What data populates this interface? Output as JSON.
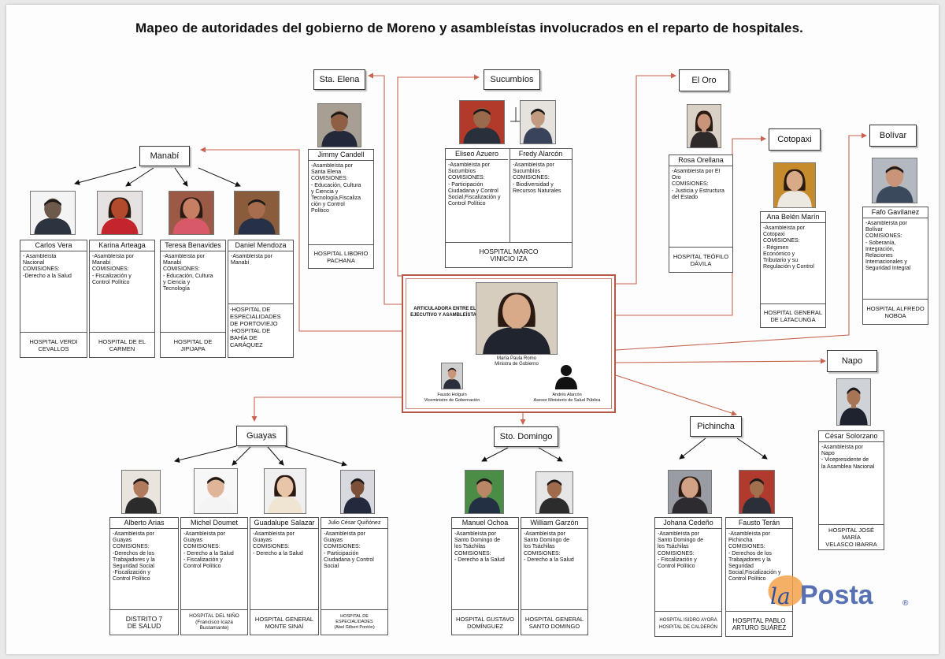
{
  "title": "Mapeo de autoridades del gobierno de Moreno y asambleístas involucrados en el reparto de hospitales.",
  "center": {
    "label": "ARTICULADORA ENTRE EL EJECUTIVO Y ASAMBLEÍSTAS",
    "main": "María Paula Romo\nMinistra de Gobierno",
    "left": "Fausto Holguín\nViceministro de Gobernación",
    "right": "Andrés Alarcón\nAsesor Ministerio de Salud Pública"
  },
  "provinces": {
    "manabi": "Manabí",
    "sta_elena": "Sta. Elena",
    "sucumbios": "Sucumbíos",
    "el_oro": "El Oro",
    "cotopaxi": "Cotopaxi",
    "bolivar": "Bolívar",
    "napo": "Napo",
    "guayas": "Guayas",
    "sto_domingo": "Sto. Domingo",
    "pichincha": "Pichincha"
  },
  "people": {
    "carlos_vera": {
      "name": "Carlos Vera",
      "desc": "- Asambleísta\nNacional\nCOMISIONES:\n-Derecho a la Salud",
      "hospital": "HOSPITAL VERDI\nCEVALLOS"
    },
    "karina_arteaga": {
      "name": "Karina Arteaga",
      "desc": "-Asambleísta por\nManabí\nCOMISIONES:\n- Fiscalización y\nControl Político",
      "hospital": "HOSPITAL DE EL\nCARMEN"
    },
    "teresa_benavides": {
      "name": "Teresa Benavides",
      "desc": "-Asambleísta por\nManabí\nCOMISIONES:\n- Educación, Cultura\ny Ciencia y\nTecnología",
      "hospital": "HOSPITAL DE\nJIPIJAPA"
    },
    "daniel_mendoza": {
      "name": "Daniel Mendoza",
      "desc": "-Asambleísta por\nManabí",
      "hospital_a": "-HOSPITAL DE\nESPECIALIDADES\nDE PORTOVIEJO",
      "hospital_b": "-HOSPITAL DE\nBAHÍA DE CARÁQUEZ"
    },
    "jimmy_candell": {
      "name": "Jimmy Candell",
      "desc": "-Asambleísta por\nSanta Elena\nCOMISIONES:\n- Educación, Cultura\ny Ciencia y\nTecnología,Fiscaliza\nción y Control\nPolítico",
      "hospital": "HOSPITAL LIBORIO\nPACHANA"
    },
    "eliseo_azuero": {
      "name": "Eliseo Azuero",
      "desc": "-Asambleísta por\nSucumbíos\nCOMISIONES:\n- Participación\nCiudadana y Control\nSocial,Fiscalización y\nControl Político"
    },
    "fredy_alarcon": {
      "name": "Fredy Alarcón",
      "desc": "-Asambleísta por\nSucumbíos\nCOMISIONES:\n- Biodiversidad y\nRecursos Naturales"
    },
    "sucumbios_hospital": "HOSPITAL MARCO\nVINICIO IZA",
    "rosa_orellana": {
      "name": "Rosa Orellana",
      "desc": "-Asambleísta por El\nOro\nCOMISIONES:\n- Justicia y Estructura\ndel Estado",
      "hospital": "HOSPITAL TEÓFILO\nDÁVILA"
    },
    "ana_belen_marin": {
      "name": "Ana Belén Marín",
      "desc": "-Asambleísta por\nCotopaxi\nCOMISIONES:\n- Régimen\nEconómico y\nTributario y su\nRegulación y Control",
      "hospital": "HOSPITAL GENERAL\nDE LATACUNGA"
    },
    "fafo_gavilanez": {
      "name": "Fafo Gavilanez",
      "desc": "-Asambleísta por\nBolívar\nCOMISIONES:\n- Soberanía,\nIntegración,\nRelaciones\nInternacionales y\nSeguridad Integral",
      "hospital": "HOSPITAL ALFREDO\nNOBOA"
    },
    "cesar_solorzano": {
      "name": "César Solorzano",
      "desc": "-Asambleísta por\nNapo\n- Vicepresidente de\nla Asamblea Nacional",
      "hospital": "HOSPITAL JOSÉ MARÍA\nVELASCO IBARRA"
    },
    "alberto_arias": {
      "name": "Alberto Arias",
      "desc": "-Asambleísta por\nGuayas\nCOMISIONES:\n-Derechos de los\nTrabajadores y la\nSeguridad Social\n-Fiscalización y\nControl Político",
      "hospital": "DISTRITO 7\nDE SALUD"
    },
    "michel_doumet": {
      "name": "Michel Doumet",
      "desc": "-Asambleísta por\nGuayas\nCOMISIONES:\n- Derecho a la Salud\n- Fiscalización y\nControl Político",
      "hospital": "HOSPITAL DEL NIÑO\n(Francisco Icaza\nBustamante)"
    },
    "guadalupe_salazar": {
      "name": "Guadalupe Salazar",
      "desc": "-Asambleísta por\nGuayas\nCOMISIONES:\n- Derecho a la Salud",
      "hospital": "HOSPITAL GENERAL\nMONTE SINAÍ"
    },
    "julio_cesar_quinonez": {
      "name": "Julio César Quiñónez",
      "desc": "-Asambleísta por\nGuayas\nCOMISIONES:\n- Participación\nCiudadana y Control\nSocial",
      "hospital": "HOSPITAL DE ESPECIALIDADES\n(Abel Gilbert Pontón)"
    },
    "manuel_ochoa": {
      "name": "Manuel Ochoa",
      "desc": "-Asambleísta por\nSanto Domingo de\nlos Tsáchilas\nCOMISIONES:\n- Derecho a la Salud",
      "hospital": "HOSPITAL GUSTAVO\nDOMÍNGUEZ"
    },
    "william_garzon": {
      "name": "William Garzón",
      "desc": "-Asambleísta por\nSanto Domingo de\nlos Tsáchilas\nCOMISIONES:\n- Derecho a la Salud",
      "hospital": "HOSPITAL GENERAL\nSANTO DOMINGO"
    },
    "johana_cedeno": {
      "name": "Johana Cedeño",
      "desc": "-Asambleísta por\nSanto Domingo de\nlos Tsáchilas\nCOMISIONES:\n- Fiscalización y\nControl Político",
      "hospital": "HOSPITAL ISIDRO AYORA\nHOSPITAL DE CALDERÓN"
    },
    "fausto_teran": {
      "name": "Fausto Terán",
      "desc": "-Asambleísta por\nPichincha\nCOMISIONES:\n- Derechos de los\nTrabajadores y la\nSeguridad\nSocial,Fiscalización y\nControl Político",
      "hospital": "HOSPITAL PABLO\nARTURO SUÁREZ"
    }
  },
  "logo": {
    "text_a": "la",
    "text_b": "Posta",
    "mark": "®"
  },
  "colors": {
    "arrow_red": "#c8634f",
    "frame_red": "#b5584a",
    "black": "#111111",
    "logo_blue": "#2f4fa0",
    "logo_orange": "#f3a24a"
  }
}
